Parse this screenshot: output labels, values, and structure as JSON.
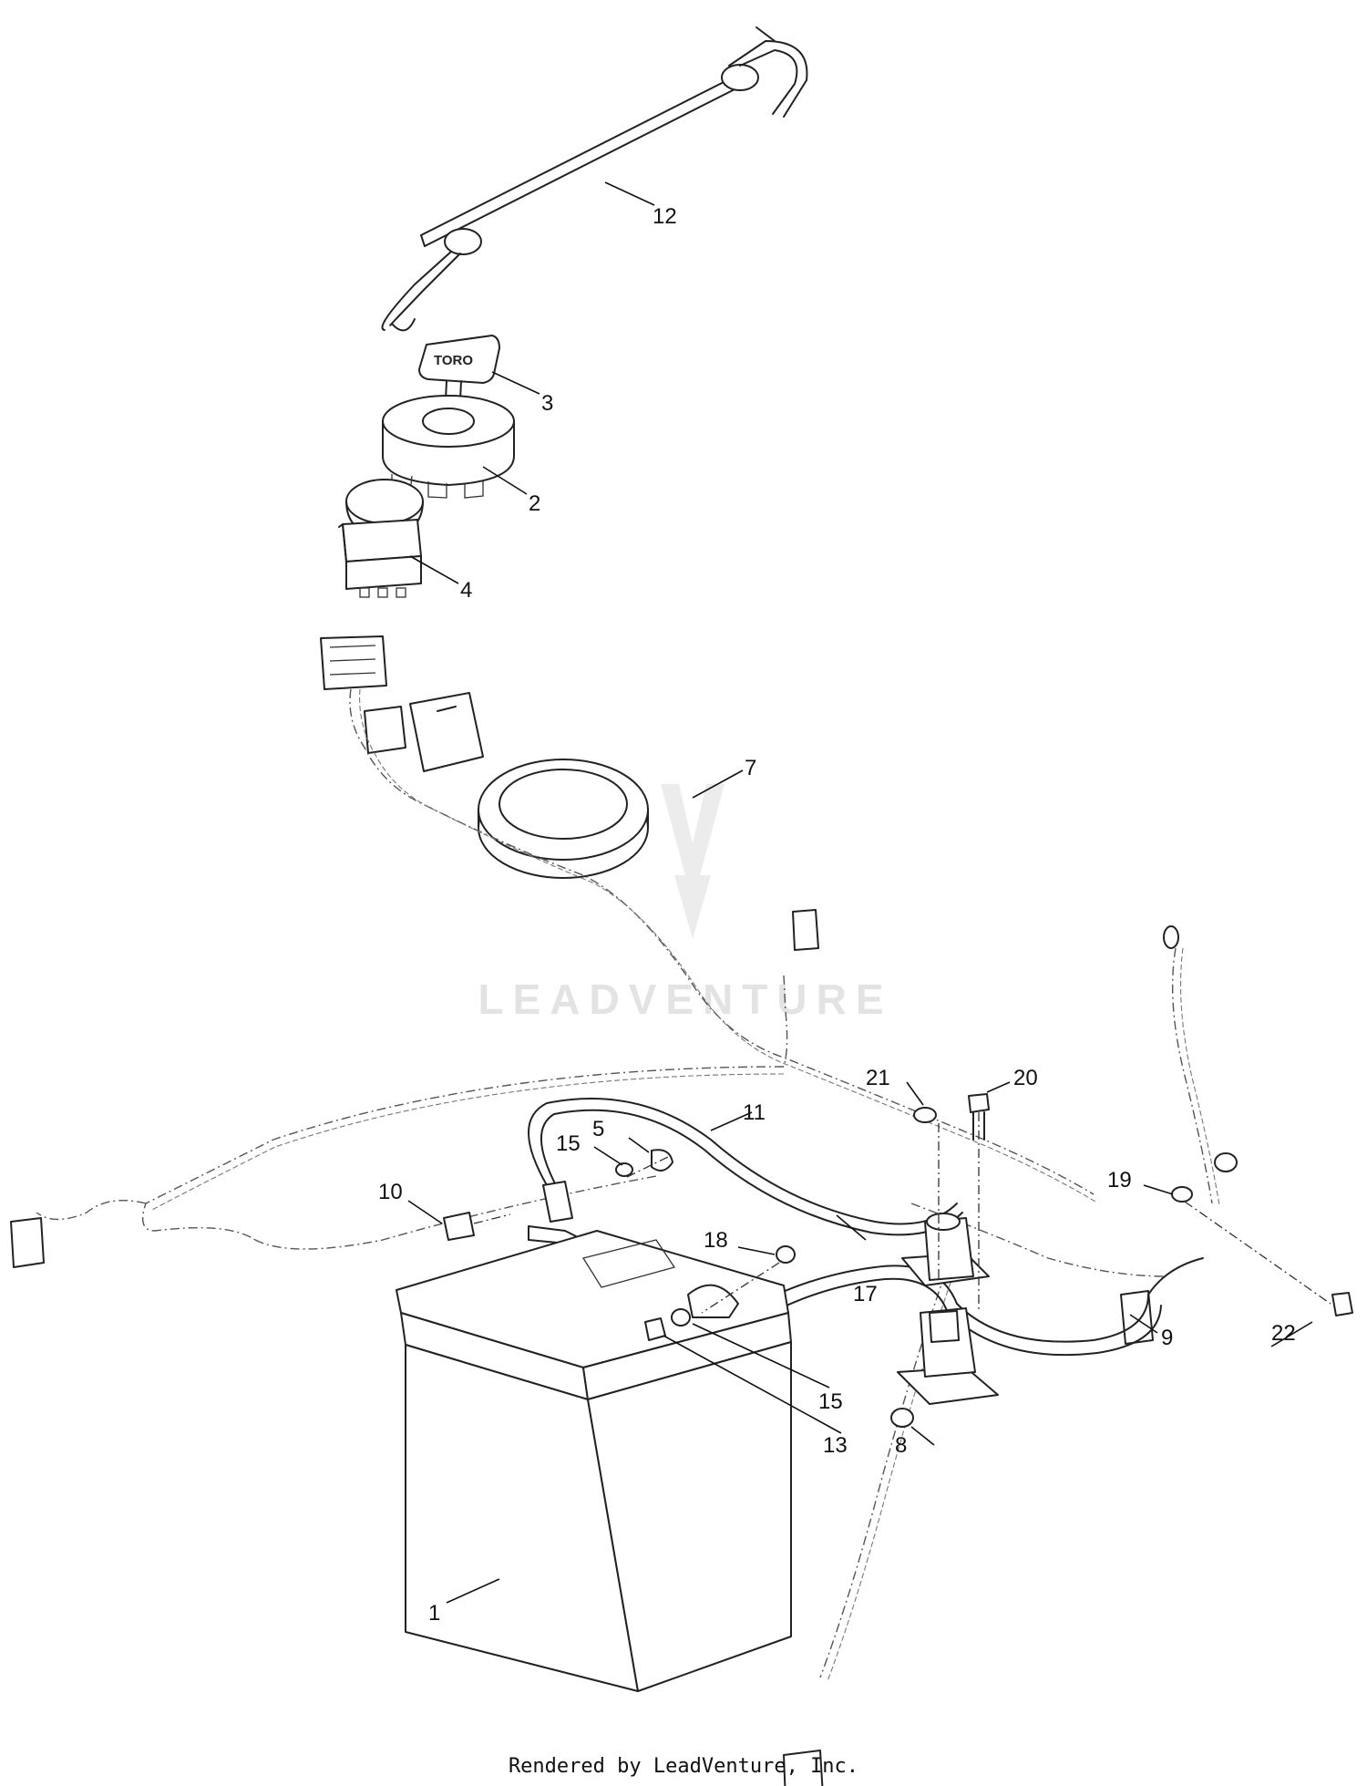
{
  "callouts": [
    {
      "label": "12"
    },
    {
      "label": "3"
    },
    {
      "label": "2"
    },
    {
      "label": "4"
    },
    {
      "label": "7"
    },
    {
      "label": "21"
    },
    {
      "label": "20"
    },
    {
      "label": "11"
    },
    {
      "label": "5"
    },
    {
      "label": "15"
    },
    {
      "label": "10"
    },
    {
      "label": "19"
    },
    {
      "label": "18"
    },
    {
      "label": "22"
    },
    {
      "label": "9"
    },
    {
      "label": "17"
    },
    {
      "label": "15"
    },
    {
      "label": "13"
    },
    {
      "label": "8"
    },
    {
      "label": "1"
    }
  ],
  "key_brand": "TORO",
  "watermark": "LEADVENTURE",
  "footer": "Rendered by LeadVenture, Inc."
}
